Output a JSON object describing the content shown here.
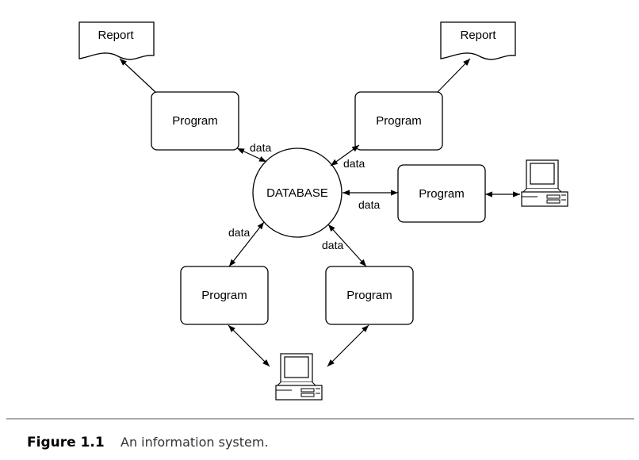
{
  "diagram": {
    "database_label": "DATABASE",
    "program_label": "Program",
    "report_label": "Report",
    "data_label": "data"
  },
  "caption": {
    "number": "Figure 1.1",
    "text": "An information system."
  },
  "colors": {
    "stroke": "#000000",
    "background": "#ffffff",
    "caption_text": "#333333"
  }
}
